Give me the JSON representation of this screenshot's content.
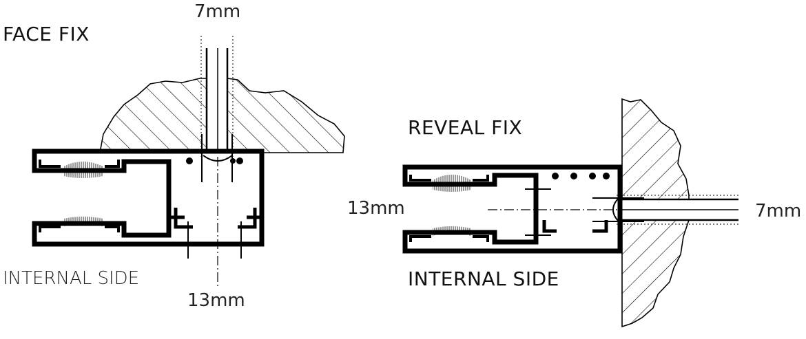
{
  "face_fix": {
    "title": "FACE FIX",
    "internal_label": "INTERNAL SIDE",
    "top_dimension": "7mm",
    "bottom_dimension": "13mm"
  },
  "reveal_fix": {
    "title": "REVEAL FIX",
    "internal_label": "INTERNAL SIDE",
    "left_dimension": "13mm",
    "right_dimension": "7mm"
  },
  "colors": {
    "line": "#000000",
    "background": "#ffffff"
  }
}
